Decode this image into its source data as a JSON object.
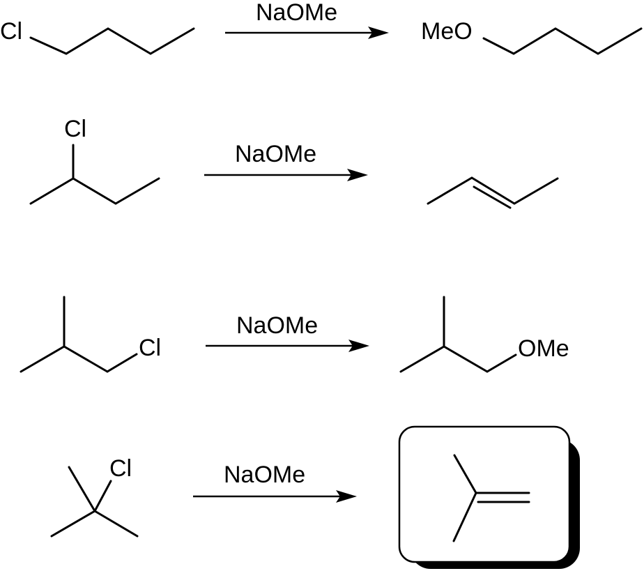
{
  "reagent": "NaOMe",
  "reactions": [
    {
      "reactant_labels": {
        "cl": "Cl"
      },
      "product_labels": {
        "meo": "MeO"
      }
    },
    {
      "reactant_labels": {
        "cl": "Cl"
      },
      "product_labels": {}
    },
    {
      "reactant_labels": {
        "cl": "Cl"
      },
      "product_labels": {
        "ome": "OMe"
      }
    },
    {
      "reactant_labels": {
        "cl": "Cl"
      },
      "product_labels": {},
      "product_boxed": true
    }
  ]
}
